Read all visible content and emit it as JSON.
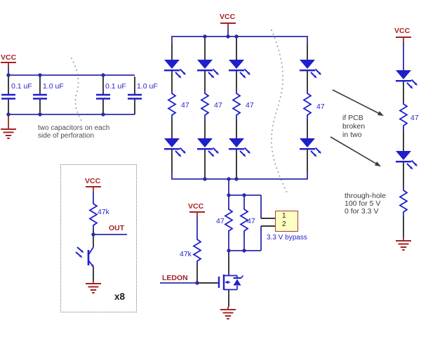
{
  "cap_bank": {
    "vcc_label": "VCC",
    "cap_values": [
      "0.1 uF",
      "1.0 uF",
      "0.1 uF",
      "1.0 uF"
    ],
    "note_lines": [
      "two capacitors on each",
      "side of perforation"
    ]
  },
  "led_array": {
    "vcc_label": "VCC",
    "resistor_values": [
      "47",
      "47",
      "47",
      "47"
    ]
  },
  "driver": {
    "vcc_label": "VCC",
    "pullup_value": "47k",
    "ledon_label": "LEDON",
    "parallel_resistor_values": [
      "47",
      "47"
    ],
    "connector_pins": [
      "1",
      "2"
    ],
    "connector_label": "3.3 V bypass"
  },
  "sensor_cell": {
    "vcc_label": "VCC",
    "resistor_value": "47k",
    "out_label": "OUT",
    "multiplier_label": "x8"
  },
  "broken_column": {
    "vcc_label": "VCC",
    "resistor_value": "47",
    "arrow_note_lines": [
      "if PCB",
      "broken",
      "in two"
    ],
    "bottom_note_lines": [
      "through-hole",
      "100 for 5 V",
      "0 for 3.3 V"
    ]
  },
  "colors": {
    "net_blue": "#2b2ba6",
    "component_blue": "#1f1fcc",
    "wire_black": "#1c1c1c",
    "power_red": "#a42222",
    "note_gray": "#4d4d4d",
    "perforation_gray": "#8f8f8f",
    "connector_fill": "#ffffc2",
    "connector_border": "#a63a3a"
  }
}
